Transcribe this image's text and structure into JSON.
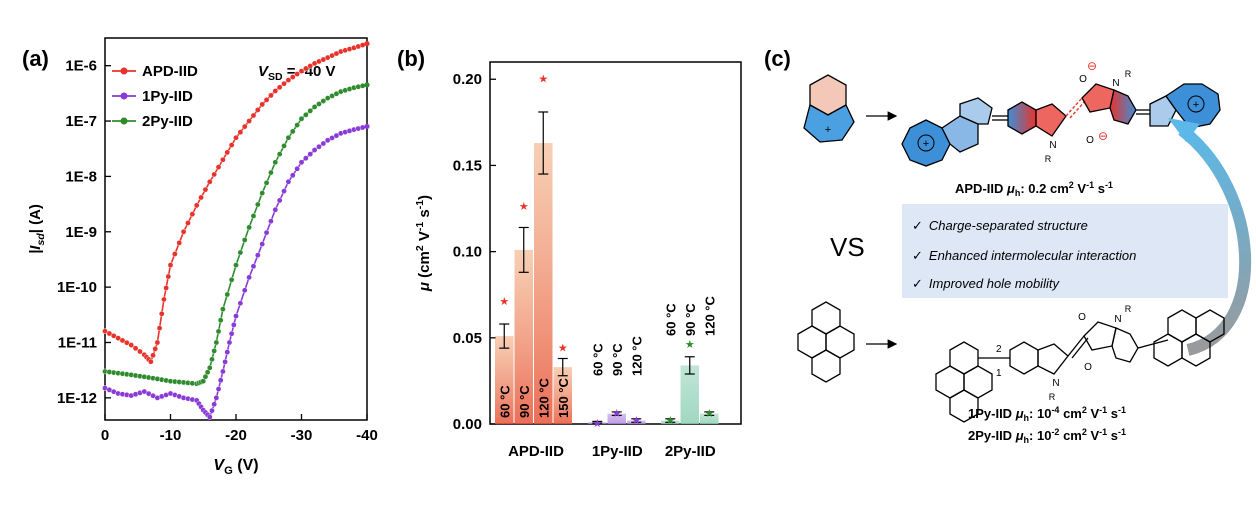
{
  "panels": {
    "a": "(a)",
    "b": "(b)",
    "c": "(c)"
  },
  "chart_data": [
    {
      "type": "line",
      "ylabel_parts": [
        "|I",
        "sd",
        "| (A)"
      ],
      "xlabel_parts": [
        "V",
        "G",
        " (V)"
      ],
      "annotation_parts": [
        "V",
        "SD",
        " = -40 V"
      ],
      "xlim": [
        0,
        -40
      ],
      "ylim_log10": [
        -12.4,
        -5.5
      ],
      "x_ticks": [
        0,
        -10,
        -20,
        -30,
        -40
      ],
      "x_tick_labels": [
        "0",
        "-10",
        "-20",
        "-30",
        "-40"
      ],
      "y_ticks_log10": [
        -12,
        -11,
        -10,
        -9,
        -8,
        -7,
        -6
      ],
      "y_tick_labels": [
        "1E-12",
        "1E-11",
        "1E-10",
        "1E-9",
        "1E-8",
        "1E-7",
        "1E-6"
      ],
      "series": [
        {
          "name": "APD-IID",
          "color": "#e8332b",
          "points": [
            [
              0,
              1.6e-11
            ],
            [
              -2,
              1.2e-11
            ],
            [
              -4,
              9e-12
            ],
            [
              -6,
              6e-12
            ],
            [
              -7,
              4.5e-12
            ],
            [
              -8,
              1e-11
            ],
            [
              -9,
              6e-11
            ],
            [
              -10,
              2.5e-10
            ],
            [
              -12,
              1e-09
            ],
            [
              -14,
              3e-09
            ],
            [
              -16,
              8e-09
            ],
            [
              -18,
              2e-08
            ],
            [
              -20,
              5e-08
            ],
            [
              -22,
              1e-07
            ],
            [
              -24,
              2e-07
            ],
            [
              -26,
              3.5e-07
            ],
            [
              -28,
              5.5e-07
            ],
            [
              -30,
              8e-07
            ],
            [
              -32,
              1.1e-06
            ],
            [
              -34,
              1.4e-06
            ],
            [
              -36,
              1.8e-06
            ],
            [
              -38,
              2.1e-06
            ],
            [
              -40,
              2.5e-06
            ]
          ]
        },
        {
          "name": "1Py-IID",
          "color": "#8a3ad6",
          "points": [
            [
              0,
              1.5e-12
            ],
            [
              -2,
              1.2e-12
            ],
            [
              -4,
              1.1e-12
            ],
            [
              -6,
              1.3e-12
            ],
            [
              -8,
              1e-12
            ],
            [
              -10,
              1.2e-12
            ],
            [
              -12,
              1e-12
            ],
            [
              -14,
              9e-13
            ],
            [
              -15,
              6e-13
            ],
            [
              -16,
              4.5e-13
            ],
            [
              -17,
              1e-12
            ],
            [
              -18,
              3e-12
            ],
            [
              -19,
              1e-11
            ],
            [
              -20,
              3e-11
            ],
            [
              -22,
              1.5e-10
            ],
            [
              -24,
              6e-10
            ],
            [
              -26,
              2.5e-09
            ],
            [
              -28,
              8e-09
            ],
            [
              -30,
              1.8e-08
            ],
            [
              -32,
              3e-08
            ],
            [
              -34,
              4.5e-08
            ],
            [
              -36,
              6e-08
            ],
            [
              -38,
              7e-08
            ],
            [
              -40,
              8e-08
            ]
          ]
        },
        {
          "name": "2Py-IID",
          "color": "#2e8b2e",
          "points": [
            [
              0,
              3e-12
            ],
            [
              -2,
              2.8e-12
            ],
            [
              -4,
              2.6e-12
            ],
            [
              -6,
              2.4e-12
            ],
            [
              -8,
              2.2e-12
            ],
            [
              -10,
              2e-12
            ],
            [
              -12,
              1.9e-12
            ],
            [
              -14,
              1.8e-12
            ],
            [
              -15,
              2e-12
            ],
            [
              -16,
              3.5e-12
            ],
            [
              -17,
              1e-11
            ],
            [
              -18,
              4e-11
            ],
            [
              -20,
              2.5e-10
            ],
            [
              -22,
              1.2e-09
            ],
            [
              -24,
              5e-09
            ],
            [
              -26,
              1.8e-08
            ],
            [
              -28,
              5e-08
            ],
            [
              -30,
              1.1e-07
            ],
            [
              -32,
              1.8e-07
            ],
            [
              -34,
              2.6e-07
            ],
            [
              -36,
              3.4e-07
            ],
            [
              -38,
              4e-07
            ],
            [
              -40,
              4.5e-07
            ]
          ]
        }
      ]
    },
    {
      "type": "bar",
      "ylabel_parts": [
        "μ",
        " (cm",
        "2",
        " V",
        "-1",
        " s",
        "-1",
        ")"
      ],
      "ylim": [
        0,
        0.21
      ],
      "y_ticks": [
        0,
        0.05,
        0.1,
        0.15,
        0.2
      ],
      "y_tick_labels": [
        "0.00",
        "0.05",
        "0.10",
        "0.15",
        "0.20"
      ],
      "groups": [
        {
          "name": "APD-IID",
          "color": "#f0a878",
          "bars": [
            {
              "label": "60 °C",
              "value": 0.051,
              "err": 0.007,
              "max": 0.072
            },
            {
              "label": "90 °C",
              "value": 0.101,
              "err": 0.013,
              "max": 0.127
            },
            {
              "label": "120 °C",
              "value": 0.163,
              "err": 0.018,
              "max": 0.201
            },
            {
              "label": "150 °C",
              "value": 0.033,
              "err": 0.005,
              "max": 0.045
            }
          ]
        },
        {
          "name": "1Py-IID",
          "color": "#b48ee0",
          "bars": [
            {
              "label": "60 °C",
              "value": 0.001,
              "err": 0.0005,
              "max": 0.0012
            },
            {
              "label": "90 °C",
              "value": 0.006,
              "err": 0.001,
              "max": 0.007
            },
            {
              "label": "120 °C",
              "value": 0.002,
              "err": 0.001,
              "max": 0.003
            }
          ]
        },
        {
          "name": "2Py-IID",
          "color": "#8fd0b8",
          "bars": [
            {
              "label": "60 °C",
              "value": 0.002,
              "err": 0.001,
              "max": 0.003
            },
            {
              "label": "90 °C",
              "value": 0.034,
              "err": 0.005,
              "max": 0.047
            },
            {
              "label": "120 °C",
              "value": 0.006,
              "err": 0.001,
              "max": 0.007
            }
          ]
        }
      ]
    }
  ],
  "scheme": {
    "top_molecule_caption": [
      "APD-IID ",
      "μ",
      "h",
      ": 0.2 cm",
      "2",
      " V",
      "-1",
      " s",
      "-1"
    ],
    "vs": "VS",
    "features": [
      "Charge-separated structure",
      "Enhanced intermolecular interaction",
      "Improved hole mobility"
    ],
    "check_glyph": "✓",
    "bottom_caption_1": [
      "1Py-IID ",
      "μ",
      "h",
      ": 10",
      "-4",
      " cm",
      "2",
      " V",
      "-1",
      " s",
      "-1"
    ],
    "bottom_caption_2": [
      "2Py-IID ",
      "μ",
      "h",
      ": 10",
      "-2",
      " cm",
      "2",
      " V",
      "-1",
      " s",
      "-1"
    ],
    "atom_labels": {
      "O": "O",
      "N": "N",
      "R": "R",
      "minus": "⊖",
      "plus": "+",
      "pos1": "1",
      "pos2": "2"
    },
    "colors": {
      "blue": "#3d8fd8",
      "red": "#e8332b",
      "box": "#dde7f5",
      "arrow_blue": "#5bb8e8",
      "arrow_gray": "#9a9a9a"
    }
  }
}
